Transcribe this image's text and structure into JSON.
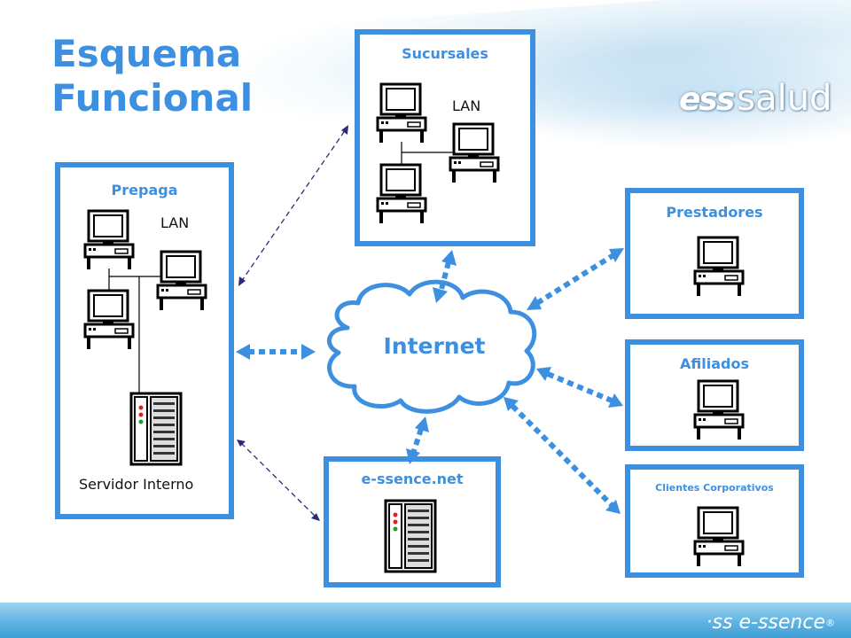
{
  "title": {
    "line1": "Esquema",
    "line2": "Funcional"
  },
  "brand": {
    "prefix": "ess",
    "name": "salud"
  },
  "nodes": {
    "sucursales": {
      "label": "Sucursales",
      "lan": "LAN"
    },
    "prepaga": {
      "label": "Prepaga",
      "lan": "LAN",
      "server": "Servidor Interno"
    },
    "internet": {
      "label": "Internet"
    },
    "essence": {
      "label": "e-ssence.net"
    },
    "prestadores": {
      "label": "Prestadores"
    },
    "afiliados": {
      "label": "Afiliados"
    },
    "clientes": {
      "label": "Clientes Corporativos"
    }
  },
  "footer": {
    "logo": "e-ssence",
    "mark": "·ss",
    "registered": "®"
  },
  "colors": {
    "accent": "#3d8fe0",
    "dashed_link": "#2a2a7a",
    "dotted_link": "#3d8fe0"
  }
}
